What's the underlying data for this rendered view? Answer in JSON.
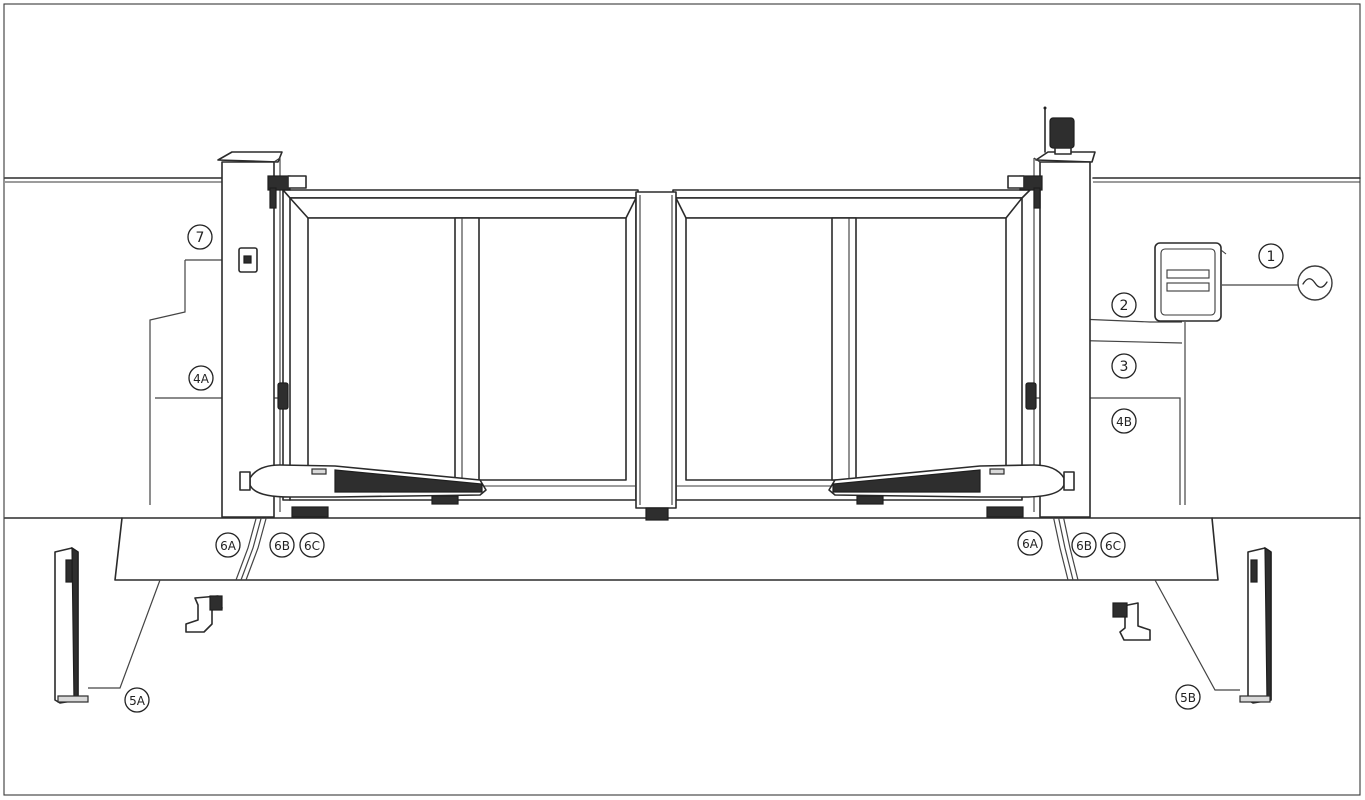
{
  "callouts": {
    "c1": "1",
    "c2": "2",
    "c3": "3",
    "c4a": "4A",
    "c4b": "4B",
    "c5a": "5A",
    "c5b": "5B",
    "c6a_left": "6A",
    "c6b_left": "6B",
    "c6c_left": "6C",
    "c6a_right": "6A",
    "c6b_right": "6B",
    "c6c_right": "6C",
    "c7": "7"
  },
  "power_symbol": "~",
  "colors": {
    "line": "#2b2b2b",
    "background": "#ffffff"
  }
}
